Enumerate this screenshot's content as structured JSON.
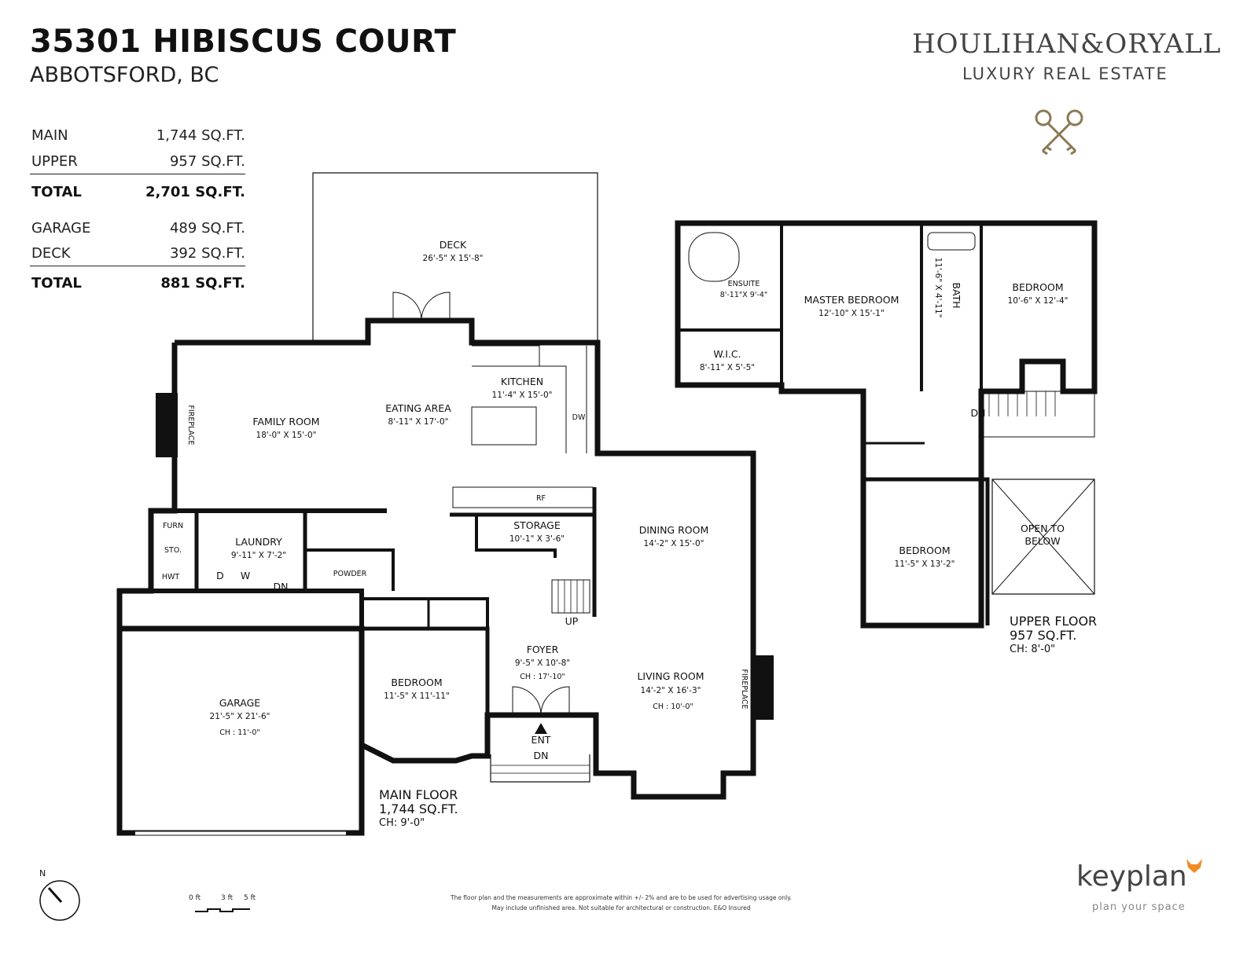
{
  "header": {
    "title": "35301 HIBISCUS COURT",
    "subtitle": "ABBOTSFORD, BC"
  },
  "areas": {
    "main": {
      "label": "MAIN",
      "value": "1,744 SQ.FT."
    },
    "upper": {
      "label": "UPPER",
      "value": "957 SQ.FT."
    },
    "total1": {
      "label": "TOTAL",
      "value": "2,701 SQ.FT."
    },
    "garage": {
      "label": "GARAGE",
      "value": "489 SQ.FT."
    },
    "deck": {
      "label": "DECK",
      "value": "392 SQ.FT."
    },
    "total2": {
      "label": "TOTAL",
      "value": "881 SQ.FT."
    }
  },
  "brand": {
    "name": "HOULIHAN&ORYALL",
    "tagline": "LUXURY REAL ESTATE",
    "logo_icon": "crossed-keys-icon",
    "accent": "#8a7a55"
  },
  "rooms": {
    "deck": {
      "name": "DECK",
      "dim": "26'-5\" X 15'-8\""
    },
    "family": {
      "name": "FAMILY ROOM",
      "dim": "18'-0\" X 15'-0\""
    },
    "eating": {
      "name": "EATING AREA",
      "dim": "8'-11\" X 17'-0\""
    },
    "kitchen": {
      "name": "KITCHEN",
      "dim": "11'-4\" X 15'-0\""
    },
    "laundry": {
      "name": "LAUNDRY",
      "dim": "9'-11\" X 7'-2\""
    },
    "storage": {
      "name": "STORAGE",
      "dim": "10'-1\" X 3'-6\""
    },
    "dining": {
      "name": "DINING ROOM",
      "dim": "14'-2\" X 15'-0\""
    },
    "living": {
      "name": "LIVING ROOM",
      "dim": "14'-2\" X 16'-3\"",
      "ch": "CH : 10'-0\""
    },
    "foyer": {
      "name": "FOYER",
      "dim": "9'-5\" X 10'-8\"",
      "ch": "CH : 17'-10\""
    },
    "bedroom_main": {
      "name": "BEDROOM",
      "dim": "11'-5\" X 11'-11\""
    },
    "garage": {
      "name": "GARAGE",
      "dim": "21'-5\" X 21'-6\"",
      "ch": "CH : 11'-0\""
    },
    "ensuite": {
      "name": "ENSUITE",
      "dim": "8'-11\"X 9'-4\""
    },
    "wic": {
      "name": "W.I.C.",
      "dim": "8'-11\" X 5'-5\""
    },
    "master": {
      "name": "MASTER BEDROOM",
      "dim": "12'-10\" X 15'-1\""
    },
    "bath": {
      "name": "BATH",
      "dim": "11'-6\" X 4'-11\""
    },
    "bedroom_up1": {
      "name": "BEDROOM",
      "dim": "10'-6\" X 12'-4\""
    },
    "bedroom_up2": {
      "name": "BEDROOM",
      "dim": "11'-5\" X 13'-2\""
    },
    "open1": "OPEN TO",
    "open2": "BELOW"
  },
  "fixtures": {
    "fireplace": "FIREPLACE",
    "dw": "DW",
    "rf": "RF",
    "furn": "FURN",
    "sto": "STO.",
    "hwt": "HWT",
    "dryer": "D",
    "washer": "W",
    "powder": "POWDER",
    "up": "UP",
    "dn": "DN",
    "ent": "ENT"
  },
  "floors": {
    "main": {
      "name": "MAIN FLOOR",
      "area": "1,744 SQ.FT.",
      "ch": "CH: 9'-0\""
    },
    "upper": {
      "name": "UPPER FLOOR",
      "area": "957 SQ.FT.",
      "ch": "CH: 8'-0\""
    }
  },
  "scale": {
    "l0": "0 ft",
    "l3": "3 ft",
    "l5": "5 ft"
  },
  "north": "N",
  "disclaimer": {
    "line1": "The floor plan and the measurements are approximate within +/- 2% and are to be used for advertising usage only.",
    "line2": "May include unfinished area. Not suitable for architectural or construction. E&O Insured"
  },
  "keyplan": {
    "name": "keyplan",
    "tagline": "plan your space",
    "accent": "#f08a24"
  }
}
